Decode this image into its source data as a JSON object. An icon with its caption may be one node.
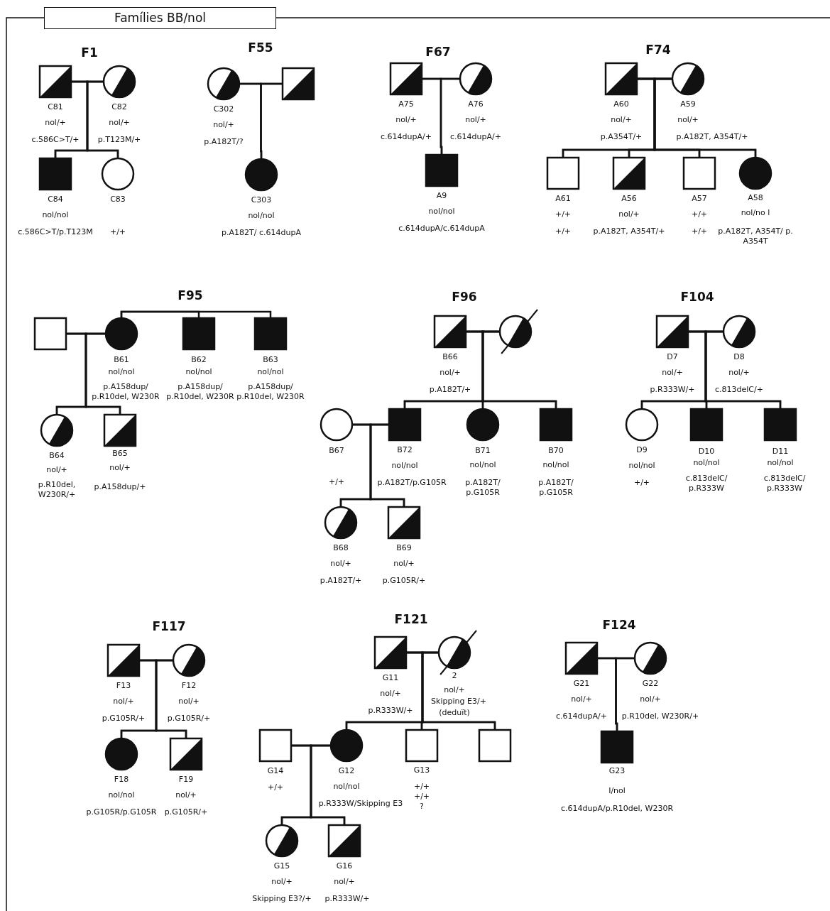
{
  "diagram": {
    "title": "Famílies BB/nol",
    "nodes": [
      {
        "text": [],
        "shape": "box",
        "beside": [
          "C81",
          "nol/+",
          "c.586C>T/+"
        ]
      },
      {
        "text": [],
        "shape": "circle",
        "beside": [
          "C82",
          "nol/+",
          "p.T123M/+"
        ]
      },
      {
        "text": [],
        "shape": "box",
        "beside": [
          "C84",
          "nol/nol",
          "c.586C>T/p.T123M"
        ]
      },
      {
        "text": [],
        "shape": "circle",
        "beside": [
          "C83",
          "+/+"
        ]
      },
      {
        "text": [],
        "shape": "circle",
        "beside": [
          "C302",
          "nol/+",
          "p.A182T/?"
        ]
      },
      {
        "text": [],
        "shape": "box"
      },
      {
        "text": [],
        "shape": "circle",
        "beside": [
          "C303",
          "nol/nol",
          "p.A182T/ c.614dupA"
        ]
      },
      {
        "text": [],
        "shape": "box",
        "beside": [
          "A75",
          "nol/+",
          "c.614dupA/+"
        ]
      },
      {
        "text": [],
        "shape": "circle",
        "beside": [
          "A76",
          "nol/+",
          "c.614dupA/+"
        ]
      },
      {
        "text": [],
        "shape": "box",
        "beside": [
          "A9",
          "nol/nol",
          "c.614dupA/c.614dupA"
        ]
      },
      {
        "text": [],
        "shape": "box",
        "beside": [
          "A60",
          "nol/+",
          "p.A354T/+"
        ]
      },
      {
        "text": [],
        "shape": "circle",
        "beside": [
          "A59",
          "nol/+",
          "p.A182T, A354T/+"
        ]
      },
      {
        "text": [],
        "shape": "box",
        "beside": [
          "A61",
          "+/+",
          "+/+"
        ]
      },
      {
        "text": [],
        "shape": "box",
        "beside": [
          "A56",
          "nol/+",
          "p.A182T, A354T/+"
        ]
      },
      {
        "text": [],
        "shape": "box",
        "beside": [
          "A57",
          "+/+",
          "+/+"
        ]
      },
      {
        "text": [],
        "shape": "circle",
        "beside": [
          "A58",
          "nol/no l",
          "p.A182T, A354T/ p. A354T"
        ]
      },
      {
        "text": [],
        "shape": "box"
      },
      {
        "text": [],
        "shape": "circle",
        "beside": [
          "B61",
          "nol/nol",
          "p.A158dup/ p.R10del, W230R"
        ]
      },
      {
        "text": [],
        "shape": "box",
        "beside": [
          "B62",
          "nol/nol",
          "p.A158dup/ p.R10del, W230R"
        ]
      },
      {
        "text": [],
        "shape": "box",
        "beside": [
          "B63",
          "nol/nol",
          "p.A158dup/ p.R10del, W230R"
        ]
      },
      {
        "text": [],
        "shape": "circle",
        "beside": [
          "B64",
          "nol/+",
          "p.R10del, W230R/+"
        ]
      },
      {
        "text": [],
        "shape": "box",
        "beside": [
          "B65",
          "nol/+",
          "p.A158dup/+"
        ]
      },
      {
        "text": [],
        "shape": "box",
        "beside": [
          "B66",
          "nol/+",
          "p.A182T/+"
        ]
      },
      {
        "text": [],
        "shape": "circle"
      },
      {
        "text": [],
        "shape": "box",
        "beside": [
          "B72",
          "nol/nol",
          "p.A182T/p.G105R"
        ]
      },
      {
        "text": [],
        "shape": "circle",
        "beside": [
          "B71",
          "nol/nol",
          "p.A182T/ p.G105R"
        ]
      },
      {
        "text": [],
        "shape": "box",
        "beside": [
          "B70",
          "nol/nol",
          "p.A182T/ p.G105R"
        ]
      },
      {
        "text": [],
        "shape": "circle",
        "beside": [
          "B67",
          "+/+"
        ]
      },
      {
        "text": [],
        "shape": "circle",
        "beside": [
          "B68",
          "nol/+",
          "p.A182T/+"
        ]
      },
      {
        "text": [],
        "shape": "box",
        "beside": [
          "B69",
          "nol/+",
          "p.G105R/+"
        ]
      },
      {
        "text": [],
        "shape": "box",
        "beside": [
          "D7",
          "nol/+",
          "p.R333W/+"
        ]
      },
      {
        "text": [],
        "shape": "circle",
        "beside": [
          "D8",
          "nol/+",
          "c.813delC/+"
        ]
      },
      {
        "text": [],
        "shape": "circle",
        "beside": [
          "D9",
          "nol/nol",
          "+/+"
        ]
      },
      {
        "text": [],
        "shape": "box",
        "beside": [
          "D10",
          "nol/nol",
          "c.813delC/ p.R333W"
        ]
      },
      {
        "text": [],
        "shape": "box",
        "beside": [
          "D11",
          "nol/nol",
          "c.813delC/ p.R333W"
        ]
      },
      {
        "text": [],
        "shape": "box",
        "beside": [
          "F13",
          "nol/+",
          "p.G105R/+"
        ]
      },
      {
        "text": [],
        "shape": "circle",
        "beside": [
          "F12",
          "nol/+",
          "p.G105R/+"
        ]
      },
      {
        "text": [],
        "shape": "circle",
        "beside": [
          "F18",
          "nol/nol",
          "p.G105R/p.G105R"
        ]
      },
      {
        "text": [],
        "shape": "box",
        "beside": [
          "F19",
          "nol/+",
          "p.G105R/+"
        ]
      },
      {
        "text": [],
        "shape": "box",
        "beside": [
          "G11",
          "nol/+",
          "p.R333W/+"
        ]
      },
      {
        "text": [],
        "shape": "circle",
        "beside": [
          "2",
          "nol/+",
          "Skipping E3/+",
          "(deduït)"
        ]
      },
      {
        "text": [],
        "shape": "box",
        "beside": [
          "G14",
          "+/+"
        ]
      },
      {
        "text": [],
        "shape": "circle",
        "beside": [
          "G12",
          "nol/nol",
          "p.R333W/Skipping E3"
        ]
      },
      {
        "text": [],
        "shape": "box",
        "beside": [
          "G13",
          "+/+",
          "+/+",
          "?"
        ]
      },
      {
        "text": [],
        "shape": "box"
      },
      {
        "text": [],
        "shape": "circle",
        "beside": [
          "G15",
          "nol/+",
          "Skipping E3?/+"
        ]
      },
      {
        "text": [],
        "shape": "box",
        "beside": [
          "G16",
          "nol/+",
          "p.R333W/+"
        ]
      },
      {
        "text": [],
        "shape": "box",
        "beside": [
          "G21",
          "nol/+",
          "c.614dupA/+"
        ]
      },
      {
        "text": [],
        "shape": "circle",
        "beside": [
          "G22",
          "nol/+",
          "p.R10del, W230R/+"
        ]
      },
      {
        "text": [],
        "shape": "box",
        "beside": [
          "G23",
          "I/nol",
          "c.614dupA/p.R10del, W230R"
        ]
      }
    ],
    "edges": [
      {
        "from": 0,
        "to": 1,
        "arrow": "none"
      },
      {
        "from": 0,
        "to": 2,
        "arrow": "none"
      },
      {
        "from": 1,
        "to": 2,
        "arrow": "none"
      },
      {
        "from": 0,
        "to": 3,
        "arrow": "none"
      },
      {
        "from": 1,
        "to": 3,
        "arrow": "none"
      },
      {
        "from": 4,
        "to": 5,
        "arrow": "none"
      },
      {
        "from": 4,
        "to": 6,
        "arrow": "none"
      },
      {
        "from": 5,
        "to": 6,
        "arrow": "none"
      },
      {
        "from": 7,
        "to": 8,
        "arrow": "none"
      },
      {
        "from": 7,
        "to": 9,
        "arrow": "none"
      },
      {
        "from": 8,
        "to": 9,
        "arrow": "none"
      },
      {
        "from": 10,
        "to": 11,
        "arrow": "none"
      },
      {
        "from": 10,
        "to": 12,
        "arrow": "none"
      },
      {
        "from": 11,
        "to": 12,
        "arrow": "none"
      },
      {
        "from": 10,
        "to": 13,
        "arrow": "none"
      },
      {
        "from": 11,
        "to": 13,
        "arrow": "none"
      },
      {
        "from": 10,
        "to": 14,
        "arrow": "none"
      },
      {
        "from": 11,
        "to": 14,
        "arrow": "none"
      },
      {
        "from": 10,
        "to": 15,
        "arrow": "none"
      },
      {
        "from": 11,
        "to": 15,
        "arrow": "none"
      },
      {
        "from": 17,
        "to": 18,
        "arrow": "none"
      },
      {
        "from": 17,
        "to": 19,
        "arrow": "none"
      },
      {
        "from": 16,
        "to": 17,
        "arrow": "none"
      },
      {
        "from": 16,
        "to": 20,
        "arrow": "none"
      },
      {
        "from": 17,
        "to": 20,
        "arrow": "none"
      },
      {
        "from": 16,
        "to": 21,
        "arrow": "none"
      },
      {
        "from": 17,
        "to": 21,
        "arrow": "none"
      },
      {
        "from": 22,
        "to": 23,
        "arrow": "none"
      },
      {
        "from": 22,
        "to": 24,
        "arrow": "none"
      },
      {
        "from": 23,
        "to": 24,
        "arrow": "none"
      },
      {
        "from": 22,
        "to": 25,
        "arrow": "none"
      },
      {
        "from": 23,
        "to": 25,
        "arrow": "none"
      },
      {
        "from": 22,
        "to": 26,
        "arrow": "none"
      },
      {
        "from": 23,
        "to": 26,
        "arrow": "none"
      },
      {
        "from": 27,
        "to": 24,
        "arrow": "none"
      },
      {
        "from": 27,
        "to": 28,
        "arrow": "none"
      },
      {
        "from": 24,
        "to": 28,
        "arrow": "none"
      },
      {
        "from": 27,
        "to": 29,
        "arrow": "none"
      },
      {
        "from": 24,
        "to": 29,
        "arrow": "none"
      },
      {
        "from": 30,
        "to": 31,
        "arrow": "none"
      },
      {
        "from": 30,
        "to": 32,
        "arrow": "none"
      },
      {
        "from": 31,
        "to": 32,
        "arrow": "none"
      },
      {
        "from": 30,
        "to": 33,
        "arrow": "none"
      },
      {
        "from": 31,
        "to": 33,
        "arrow": "none"
      },
      {
        "from": 30,
        "to": 34,
        "arrow": "none"
      },
      {
        "from": 31,
        "to": 34,
        "arrow": "none"
      },
      {
        "from": 35,
        "to": 36,
        "arrow": "none"
      },
      {
        "from": 35,
        "to": 37,
        "arrow": "none"
      },
      {
        "from": 36,
        "to": 37,
        "arrow": "none"
      },
      {
        "from": 35,
        "to": 38,
        "arrow": "none"
      },
      {
        "from": 36,
        "to": 38,
        "arrow": "none"
      },
      {
        "from": 39,
        "to": 40,
        "arrow": "none"
      },
      {
        "from": 39,
        "to": 42,
        "arrow": "none"
      },
      {
        "from": 40,
        "to": 42,
        "arrow": "none"
      },
      {
        "from": 39,
        "to": 43,
        "arrow": "none"
      },
      {
        "from": 40,
        "to": 43,
        "arrow": "none"
      },
      {
        "from": 39,
        "to": 44,
        "arrow": "none"
      },
      {
        "from": 40,
        "to": 44,
        "arrow": "none"
      },
      {
        "from": 41,
        "to": 42,
        "arrow": "none"
      },
      {
        "from": 41,
        "to": 45,
        "arrow": "none"
      },
      {
        "from": 42,
        "to": 45,
        "arrow": "none"
      },
      {
        "from": 41,
        "to": 46,
        "arrow": "none"
      },
      {
        "from": 42,
        "to": 46,
        "arrow": "none"
      },
      {
        "from": 47,
        "to": 48,
        "arrow": "none"
      },
      {
        "from": 47,
        "to": 49,
        "arrow": "none"
      },
      {
        "from": 48,
        "to": 49,
        "arrow": "none"
      }
    ],
    "labels": [
      "F1",
      "F55",
      "F67",
      "F74",
      "F95",
      "F96",
      "F104",
      "F117",
      "F121",
      "F124"
    ]
  }
}
